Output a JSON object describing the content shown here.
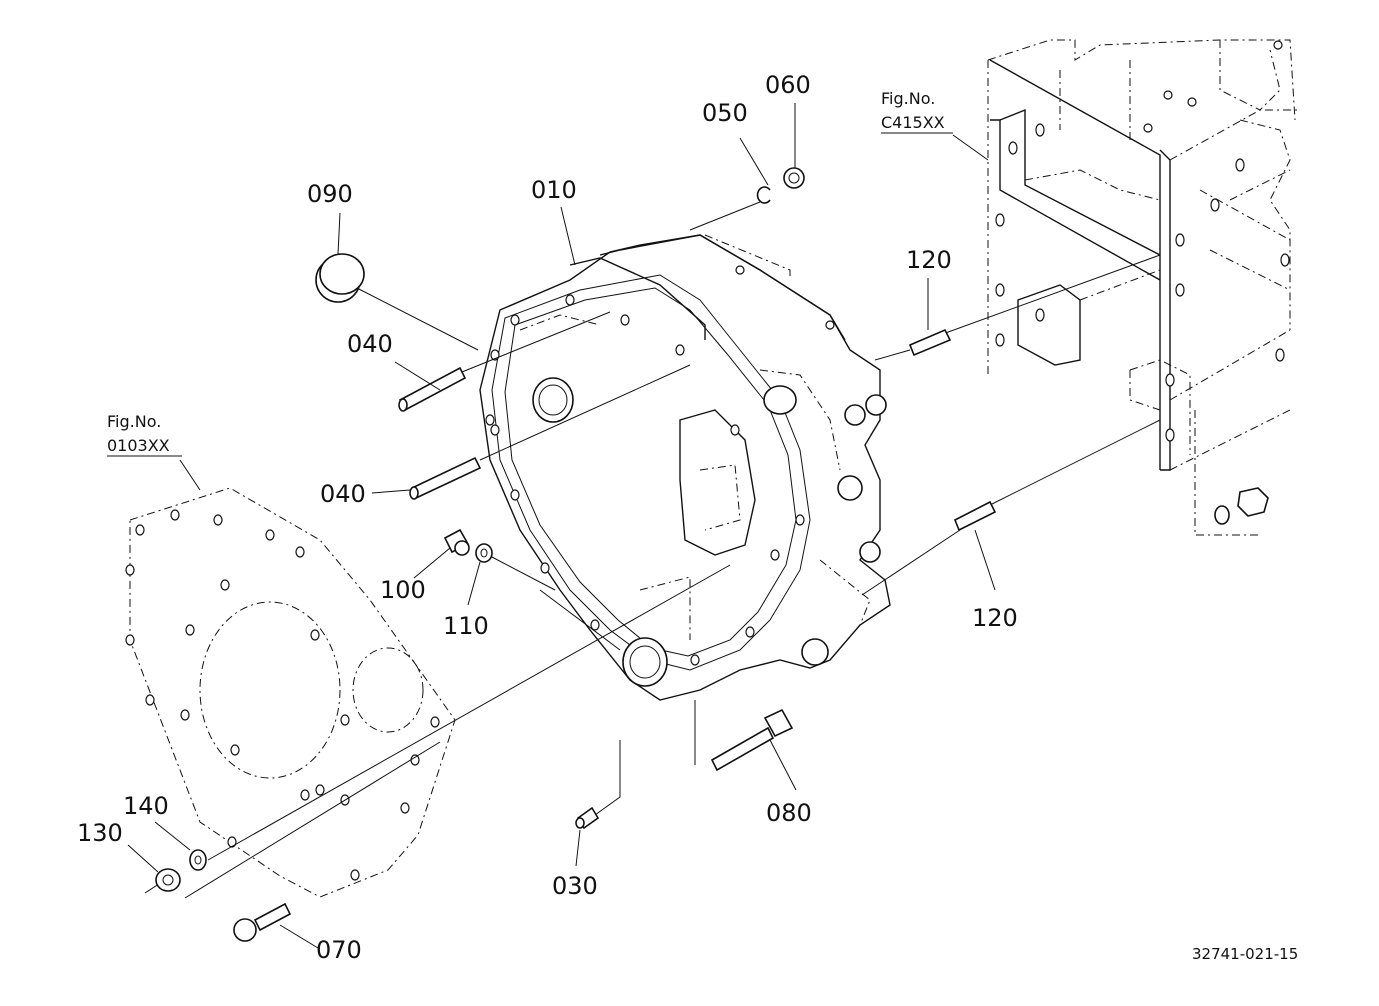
{
  "diagram": {
    "part_labels": {
      "p010": "010",
      "p030": "030",
      "p040a": "040",
      "p040b": "040",
      "p050": "050",
      "p060": "060",
      "p070": "070",
      "p080": "080",
      "p090": "090",
      "p100": "100",
      "p110": "110",
      "p120a": "120",
      "p120b": "120",
      "p130": "130",
      "p140": "140"
    },
    "fig_refs": {
      "left": {
        "title": "Fig.No.",
        "code": "0103XX"
      },
      "right": {
        "title": "Fig.No.",
        "code": "C415XX"
      }
    },
    "drawing_number": "32741-021-15"
  }
}
